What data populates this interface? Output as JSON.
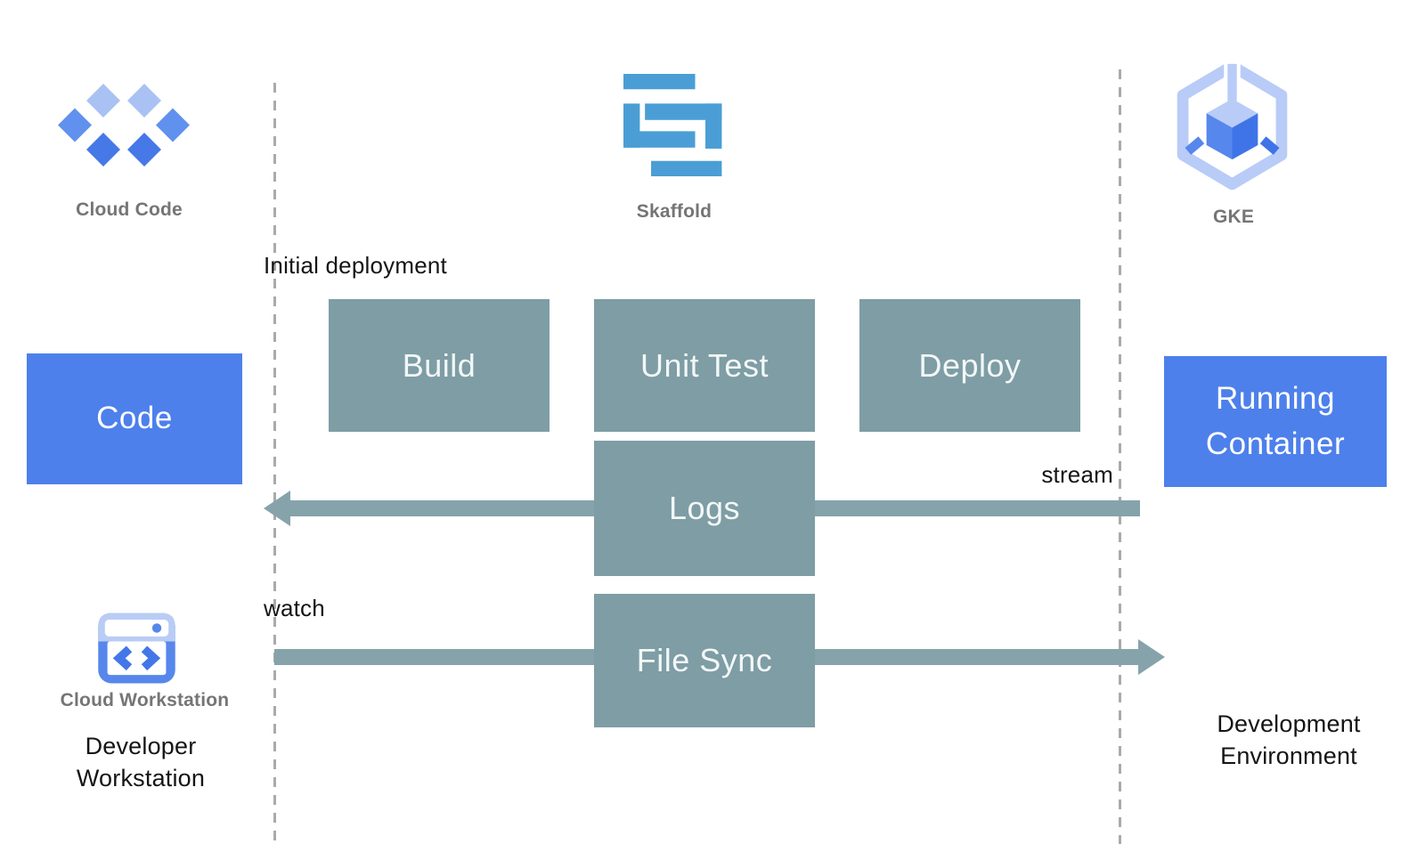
{
  "colors": {
    "process_box": "#7e9da5",
    "arrow": "#86a3ab",
    "primary_blue": "#4d80eb",
    "skaffold_blue": "#4a9ed5",
    "label_gray": "#757575",
    "text_black": "#151515",
    "dashed_line": "#aaaaaa",
    "cc_light": "#a9c2f3",
    "cc_medium": "#6191ee",
    "cc_dark": "#4678e8",
    "gke_light": "#b9cbf7",
    "gke_medium": "#5687ec",
    "gke_dark": "#3f74e8",
    "ws_light": "#b9ccf5",
    "ws_medium": "#5787ec",
    "ws_chevron": "#4377e8"
  },
  "header_icons": {
    "cloud_code": {
      "label": "Cloud Code"
    },
    "skaffold": {
      "label": "Skaffold"
    },
    "gke": {
      "label": "GKE"
    }
  },
  "annotations": {
    "initial_deployment": "Initial deployment",
    "stream": "stream",
    "watch": "watch"
  },
  "nodes": {
    "code": {
      "label": "Code"
    },
    "build": {
      "label": "Build"
    },
    "unit_test": {
      "label": "Unit Test"
    },
    "deploy": {
      "label": "Deploy"
    },
    "logs": {
      "label": "Logs"
    },
    "file_sync": {
      "label": "File Sync"
    },
    "running_container": {
      "label": "Running Container"
    }
  },
  "footer": {
    "cloud_workstation": {
      "label": "Cloud Workstation"
    },
    "developer_workstation": {
      "label": "Developer Workstation"
    },
    "development_environment": {
      "label": "Development Environment"
    }
  }
}
